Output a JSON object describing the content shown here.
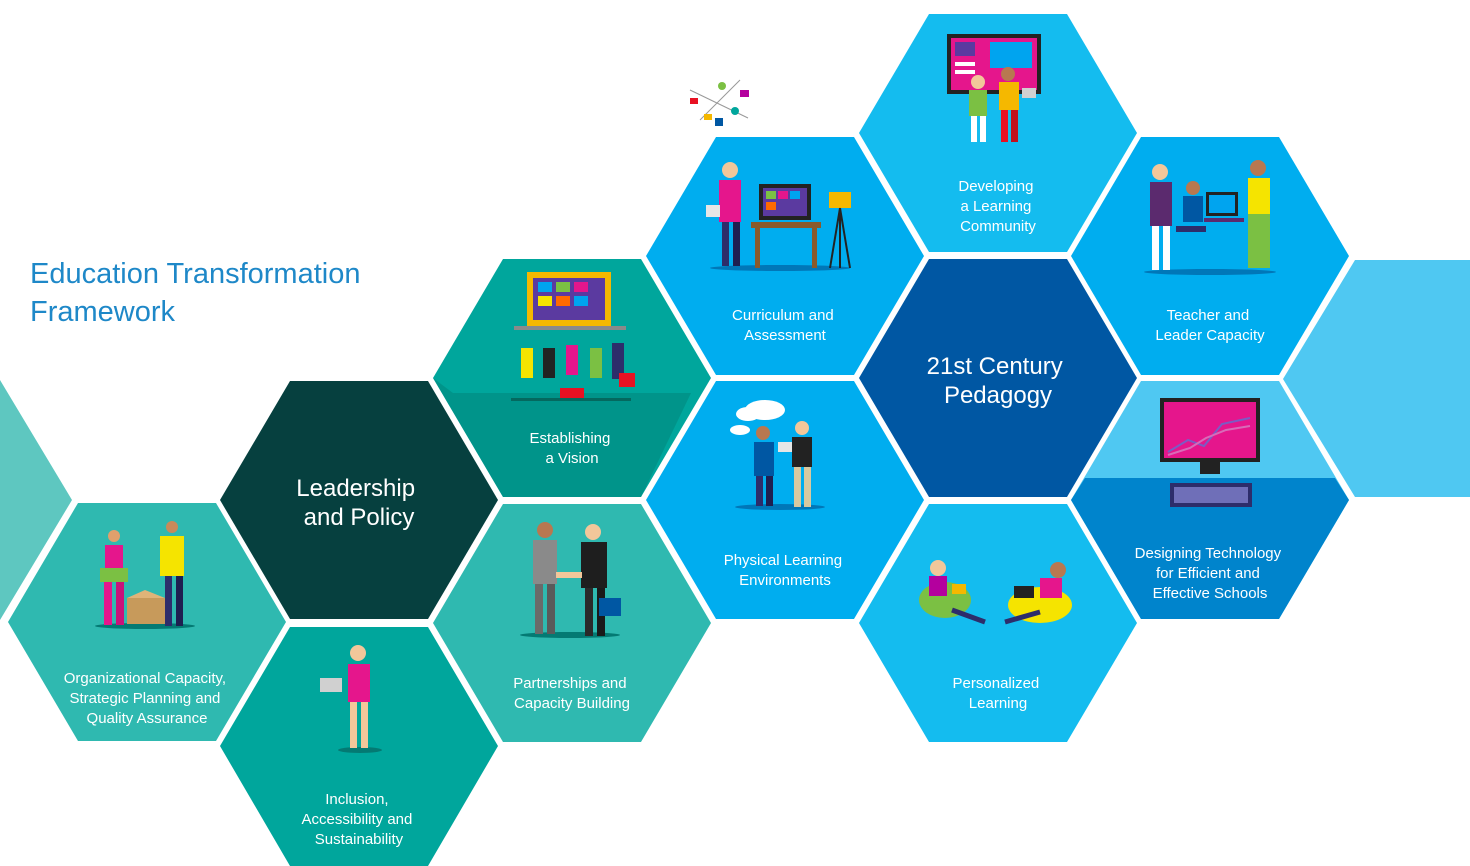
{
  "title": {
    "line1": "Education Transformation",
    "line2": "Framework"
  },
  "colors": {
    "teal_light": "#2fb9b0",
    "teal": "#00a69c",
    "teal_dark": "#06403f",
    "teal_side": "#5ec7c0",
    "blue_light": "#00adef",
    "blue_cyan": "#14bcef",
    "blue": "#0095db",
    "blue_dark": "#0057a3",
    "blue_side": "#4fc8f2",
    "title_blue": "#1e88c8"
  },
  "hexes": [
    {
      "id": "org-capacity",
      "lines": [
        "Organizational Capacity,",
        "Strategic Planning and",
        "Quality Assurance"
      ],
      "icon": "people-unboxing-laptop-icon"
    },
    {
      "id": "leadership-policy",
      "lines": [
        "Leadership",
        "and Policy"
      ]
    },
    {
      "id": "inclusion",
      "lines": [
        "Inclusion,",
        "Accessibility and",
        "Sustainability"
      ],
      "icon": "person-with-laptop-icon"
    },
    {
      "id": "establishing-vision",
      "lines": [
        "Establishing",
        "a Vision"
      ],
      "icon": "people-holding-board-icon"
    },
    {
      "id": "partnerships",
      "lines": [
        "Partnerships and",
        "Capacity Building"
      ],
      "icon": "handshake-icon"
    },
    {
      "id": "curriculum",
      "lines": [
        "Curriculum and",
        "Assessment"
      ],
      "icon": "presenter-with-camera-icon"
    },
    {
      "id": "physical-learning",
      "lines": [
        "Physical Learning",
        "Environments"
      ],
      "icon": "students-with-cloud-icon"
    },
    {
      "id": "learning-community",
      "lines": [
        "Developing",
        "a Learning",
        "Community"
      ],
      "icon": "students-at-screen-icon"
    },
    {
      "id": "pedagogy",
      "lines": [
        "21st Century",
        "Pedagogy"
      ]
    },
    {
      "id": "personalized",
      "lines": [
        "Personalized",
        "Learning"
      ],
      "icon": "students-on-beanbags-icon"
    },
    {
      "id": "teacher-capacity",
      "lines": [
        "Teacher and",
        "Leader Capacity"
      ],
      "icon": "teachers-at-computer-icon"
    },
    {
      "id": "technology",
      "lines": [
        "Designing Technology",
        "for Efficient and",
        "Effective Schools"
      ],
      "icon": "computer-chart-icon"
    }
  ]
}
